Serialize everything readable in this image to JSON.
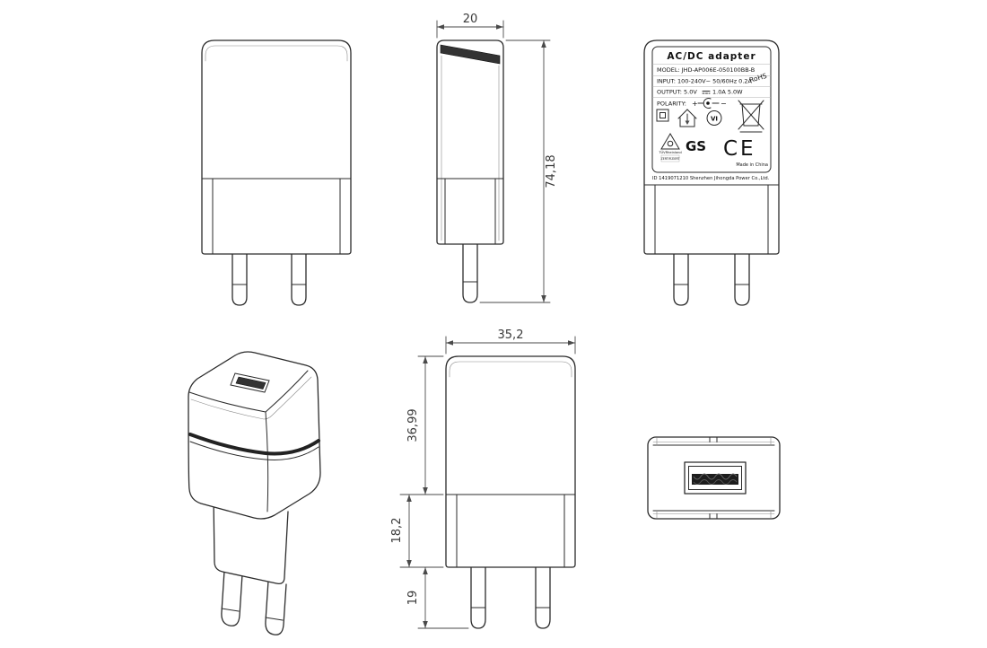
{
  "drawing": {
    "dims": {
      "side_width": "20",
      "total_height": "74,18",
      "body_width": "35,2",
      "upper_height": "36,99",
      "lower_height": "18,2",
      "pin_length": "19"
    },
    "label": {
      "title": "AC/DC adapter",
      "model": "MODEL: JHD-AP006E-050100BB-B",
      "input": "INPUT: 100-240V~ 50/60Hz 0.2A",
      "output_a": "OUTPUT: 5.0V",
      "output_b": "1.0A 5.0W",
      "polarity": "POLARITY:",
      "plus": "+",
      "minus": "−",
      "rohs": "RoHS",
      "vi": "VI",
      "gs": "GS",
      "ce": "CE",
      "tuv1": "TÜVRheinland",
      "tuv2": "ZERTIFIZIERT",
      "made_in": "Made in China",
      "id_line": "ID 1419071210 Shenzhen Jihongda Power Co.,Ltd."
    }
  }
}
